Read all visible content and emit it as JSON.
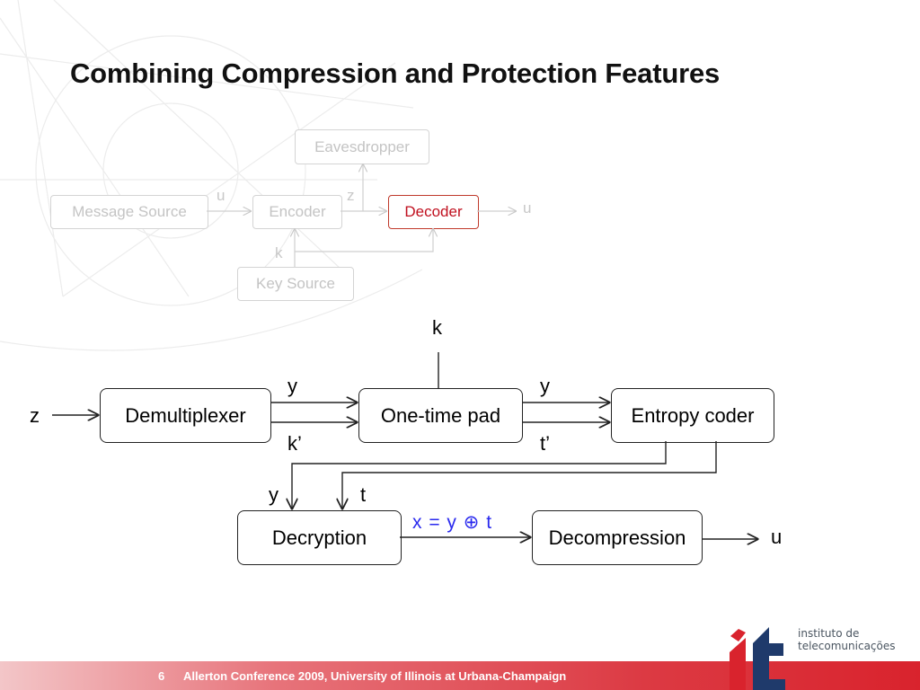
{
  "slide": {
    "title": "Combining Compression and Protection Features"
  },
  "overview": {
    "message_source": "Message Source",
    "encoder": "Encoder",
    "decoder": "Decoder",
    "eavesdropper": "Eavesdropper",
    "key_source": "Key Source",
    "label_u_in": "u",
    "label_z": "z",
    "label_u_out": "u",
    "label_k": "k"
  },
  "diagram": {
    "demultiplexer": "Demultiplexer",
    "one_time_pad": "One-time pad",
    "entropy_coder": "Entropy coder",
    "decryption": "Decryption",
    "decompression": "Decompression",
    "input_z": "z",
    "key_k": "k",
    "demux_out_y": "y",
    "demux_out_k": "k’",
    "otp_out_y": "y",
    "otp_out_t": "t’",
    "dec_in_y": "y",
    "dec_in_t": "t",
    "formula": "x = y ⊕  t",
    "output_u": "u"
  },
  "footer": {
    "page_number": "6",
    "conference": "Allerton Conference 2009, University of Illinois at Urbana-Champaign",
    "logo_line1": "instituto de",
    "logo_line2": "telecomunicações",
    "accent_color": "#d9232d"
  }
}
